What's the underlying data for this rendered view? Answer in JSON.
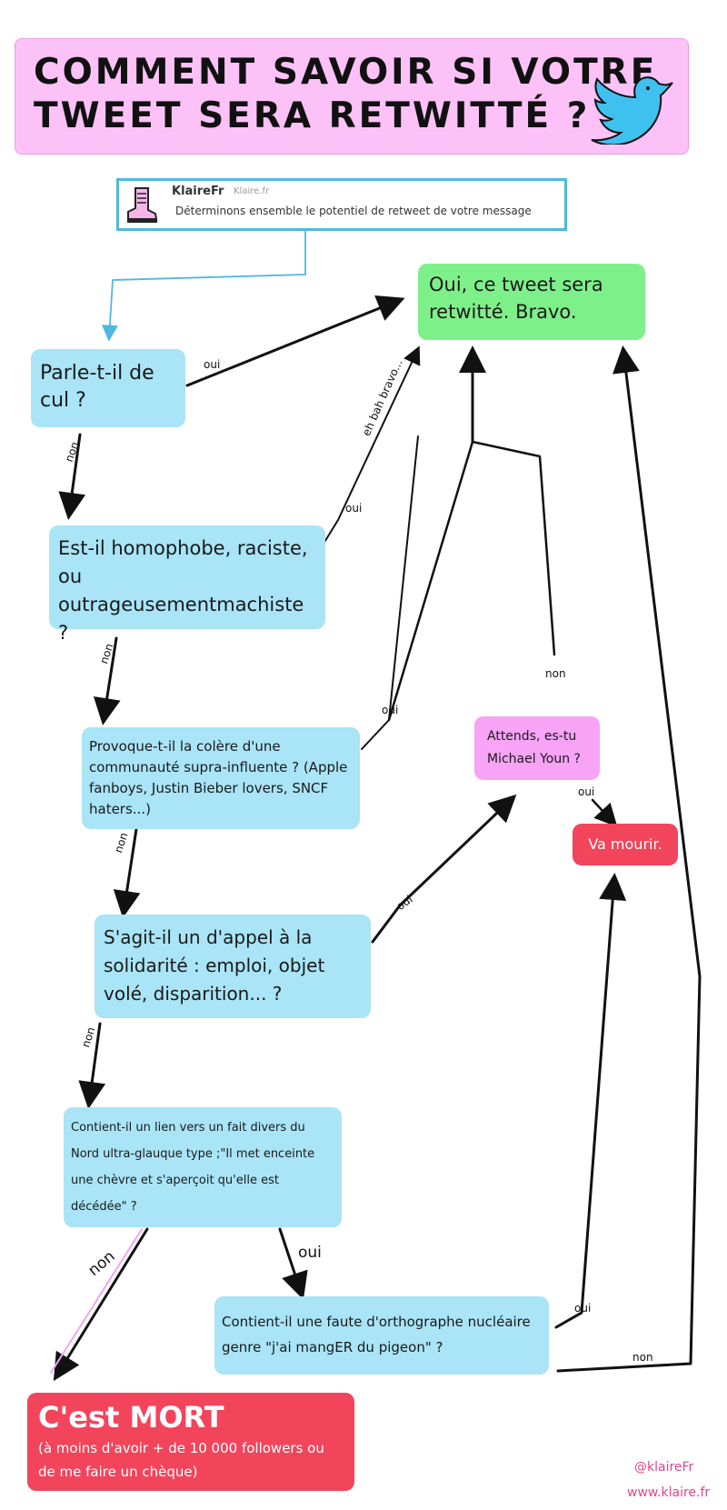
{
  "title": {
    "line1": "COMMENT SAVOIR SI VOTRE",
    "line2": "TWEET SERA RETWITTÉ ?"
  },
  "tweet": {
    "user": "KlaireFr",
    "handle": "Klaire.fr",
    "message": "Déterminons ensemble le potentiel de retweet de votre message"
  },
  "nodes": {
    "result_yes": "Oui, ce tweet sera retwitté. Bravo.",
    "q_cul": "Parle-t-il de cul ?",
    "q_homophobe": "Est-il homophobe, raciste, ou outrageusementmachiste ?",
    "q_colere": "Provoque-t-il la colère d'une communauté supra-influente ? (Apple fanboys, Justin Bieber lovers, SNCF haters...)",
    "q_youn": "Attends, es-tu Michael Youn ?",
    "result_mourir": "Va mourir.",
    "q_solidarite": "S'agit-il un d'appel à la solidarité : emploi, objet volé, disparition... ?",
    "q_lien": "Contient-il un lien vers un fait divers du Nord ultra-glauque type ;\"Il met enceinte une chèvre et s'aperçoit qu'elle est décédée\" ?",
    "q_faute": "Contient-il une faute d'orthographe nucléaire genre \"j'ai mangER du pigeon\" ?",
    "result_mort_title": "C'est MORT",
    "result_mort_sub": "(à moins d'avoir + de 10 000 followers ou de me faire un chèque)"
  },
  "edge_labels": {
    "cul_oui": "oui",
    "cul_non": "non",
    "homo_oui": "oui",
    "homo_note": "eh bah bravo...",
    "homo_non": "non",
    "colere_oui": "oui",
    "colere_non": "non",
    "youn_non": "non",
    "youn_oui": "oui",
    "soli_oui": "oui",
    "soli_non": "non",
    "lien_non": "non",
    "lien_oui": "oui",
    "faute_oui": "oui",
    "faute_non": "non"
  },
  "footer": {
    "handle": "@klaireFr",
    "site": "www.klaire.fr"
  },
  "colors": {
    "question": "#a9e4f7",
    "success": "#7ef08a",
    "youn": "#f7a3f6",
    "fail": "#f2455c",
    "title_bg": "#fcc2f8",
    "tweet_border": "#4fb8e0",
    "twitter_bird": "#3fc1f0"
  }
}
